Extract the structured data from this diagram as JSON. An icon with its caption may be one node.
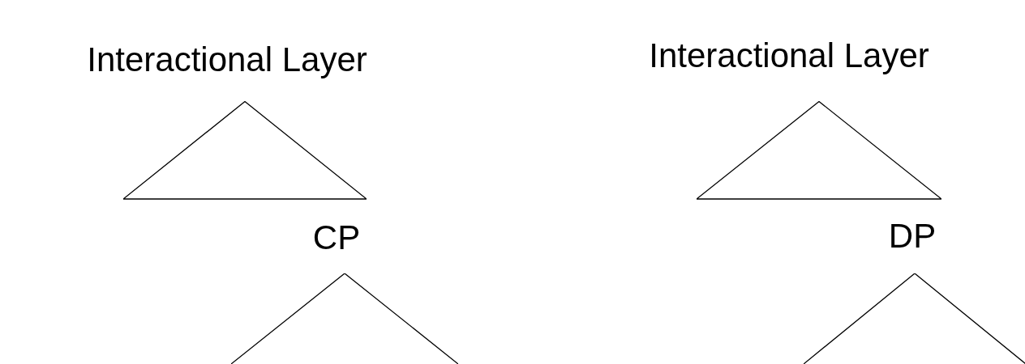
{
  "diagram": {
    "nodes": [
      {
        "text": [
          "Interactional Layer"
        ]
      },
      {
        "text": [
          "CP"
        ]
      },
      {
        "text": [
          "Interactional Layer"
        ]
      },
      {
        "text": [
          "DP"
        ]
      }
    ]
  }
}
